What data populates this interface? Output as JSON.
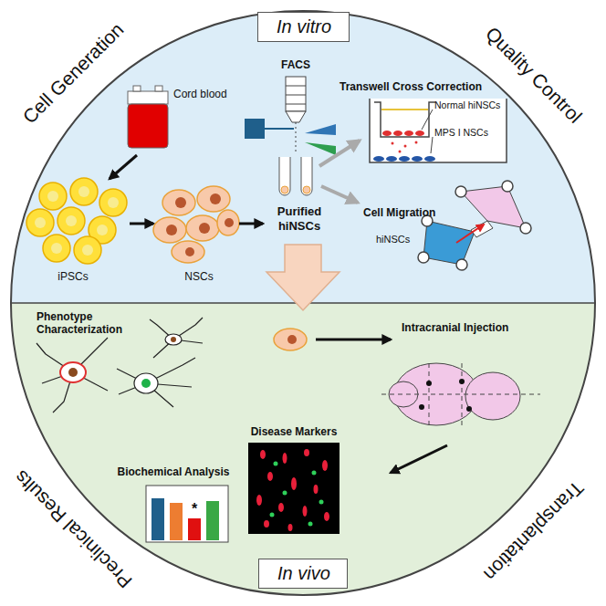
{
  "diagram": {
    "nodes": [
      {
        "text": [
          "In vitro"
        ]
      },
      {
        "text": [
          "In vivo"
        ]
      }
    ],
    "labels": [
      "Cell Generation",
      "Quality Control",
      "Transplantation",
      "Preclinical Results",
      "Cord blood",
      "iPSCs",
      "NSCs",
      "FACS",
      "Purified hiNSCs",
      "Transwell Cross Correction",
      "Normal hiNSCs",
      "MPS I NSCs",
      "Cell Migration",
      "hiNSCs",
      "Phenotype Characterization",
      "Intracranial Injection",
      "Disease Markers",
      "Biochemical Analysis",
      "*"
    ]
  }
}
